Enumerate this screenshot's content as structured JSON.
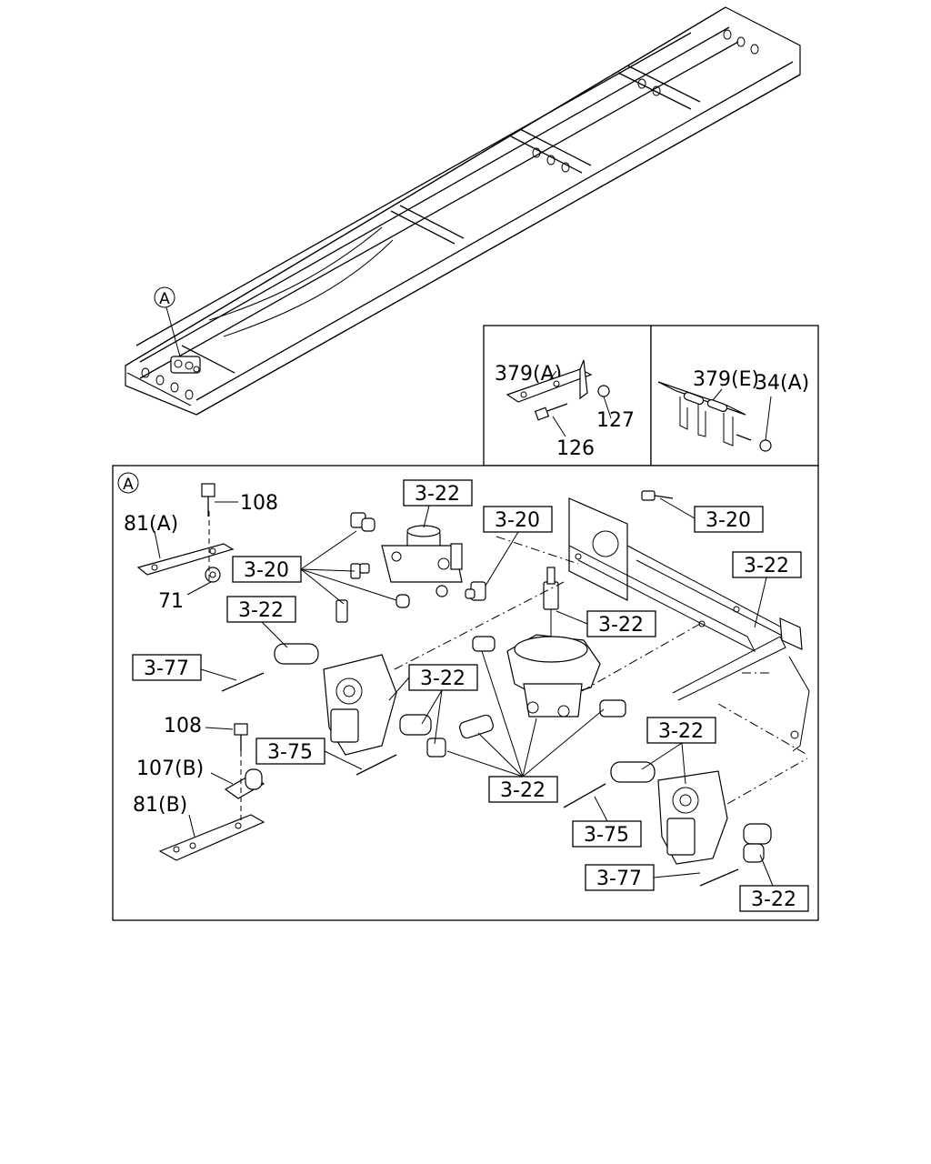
{
  "detail_marker": "A",
  "inset_left": {
    "bracket": "379(A)",
    "nut": "127",
    "bolt": "126"
  },
  "inset_right": {
    "bracket": "379(E)",
    "nut": "34(A)"
  },
  "detail": {
    "callouts": {
      "c1": "3-22",
      "c2": "3-20",
      "c3": "3-20",
      "c4": "3-20",
      "c5": "3-22",
      "c6": "3-22",
      "c7": "3-22",
      "c8": "3-77",
      "c9": "3-22",
      "c10": "3-75",
      "c11": "3-22",
      "c12": "3-22",
      "c13": "3-75",
      "c14": "3-77",
      "c15": "3-22"
    },
    "parts": {
      "bolt_108_top": "108",
      "plate_81a": "81(A)",
      "nut_71": "71",
      "bolt_108_bottom": "108",
      "clip_107b": "107(B)",
      "plate_81b": "81(B)"
    }
  }
}
